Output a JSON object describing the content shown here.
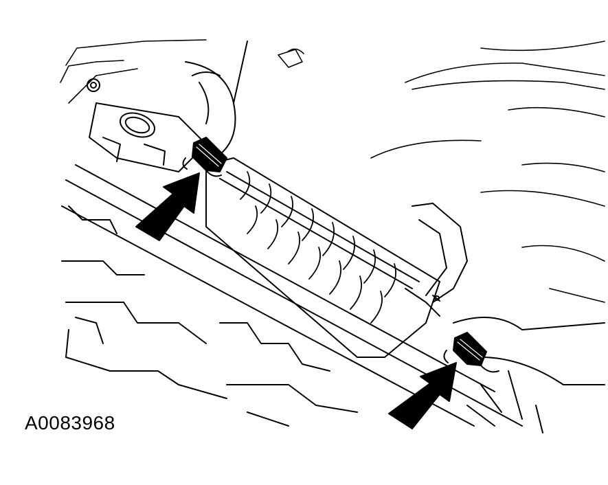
{
  "figure": {
    "id_label": "A0083968",
    "ink_color": "#000000",
    "paper_color": "#ffffff",
    "callouts": [
      {
        "kind": "arrow",
        "target": "upstream-pipe-clamp"
      },
      {
        "kind": "arrow",
        "target": "downstream-pipe-clamp"
      }
    ]
  }
}
